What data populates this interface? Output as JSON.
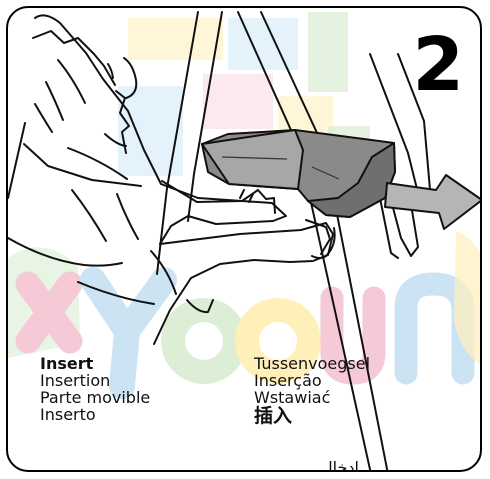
{
  "step_number": "2",
  "labels": {
    "english": "Insert",
    "french": "Insertion",
    "spanish": "Parte movible",
    "italian": "Inserto",
    "dutch": "Tussenvoegsel",
    "portuguese": "Inserção",
    "polish": "Wstawiać",
    "chinese": "插入",
    "arabic": "إدخال"
  },
  "colors": {
    "line": "#111111",
    "insert_fill": "#8a8a8a",
    "watermark_pink": "#f6c9d7",
    "watermark_blue": "#cce3f4",
    "watermark_green": "#d7ecd1",
    "watermark_yellow": "#fff0ba"
  }
}
